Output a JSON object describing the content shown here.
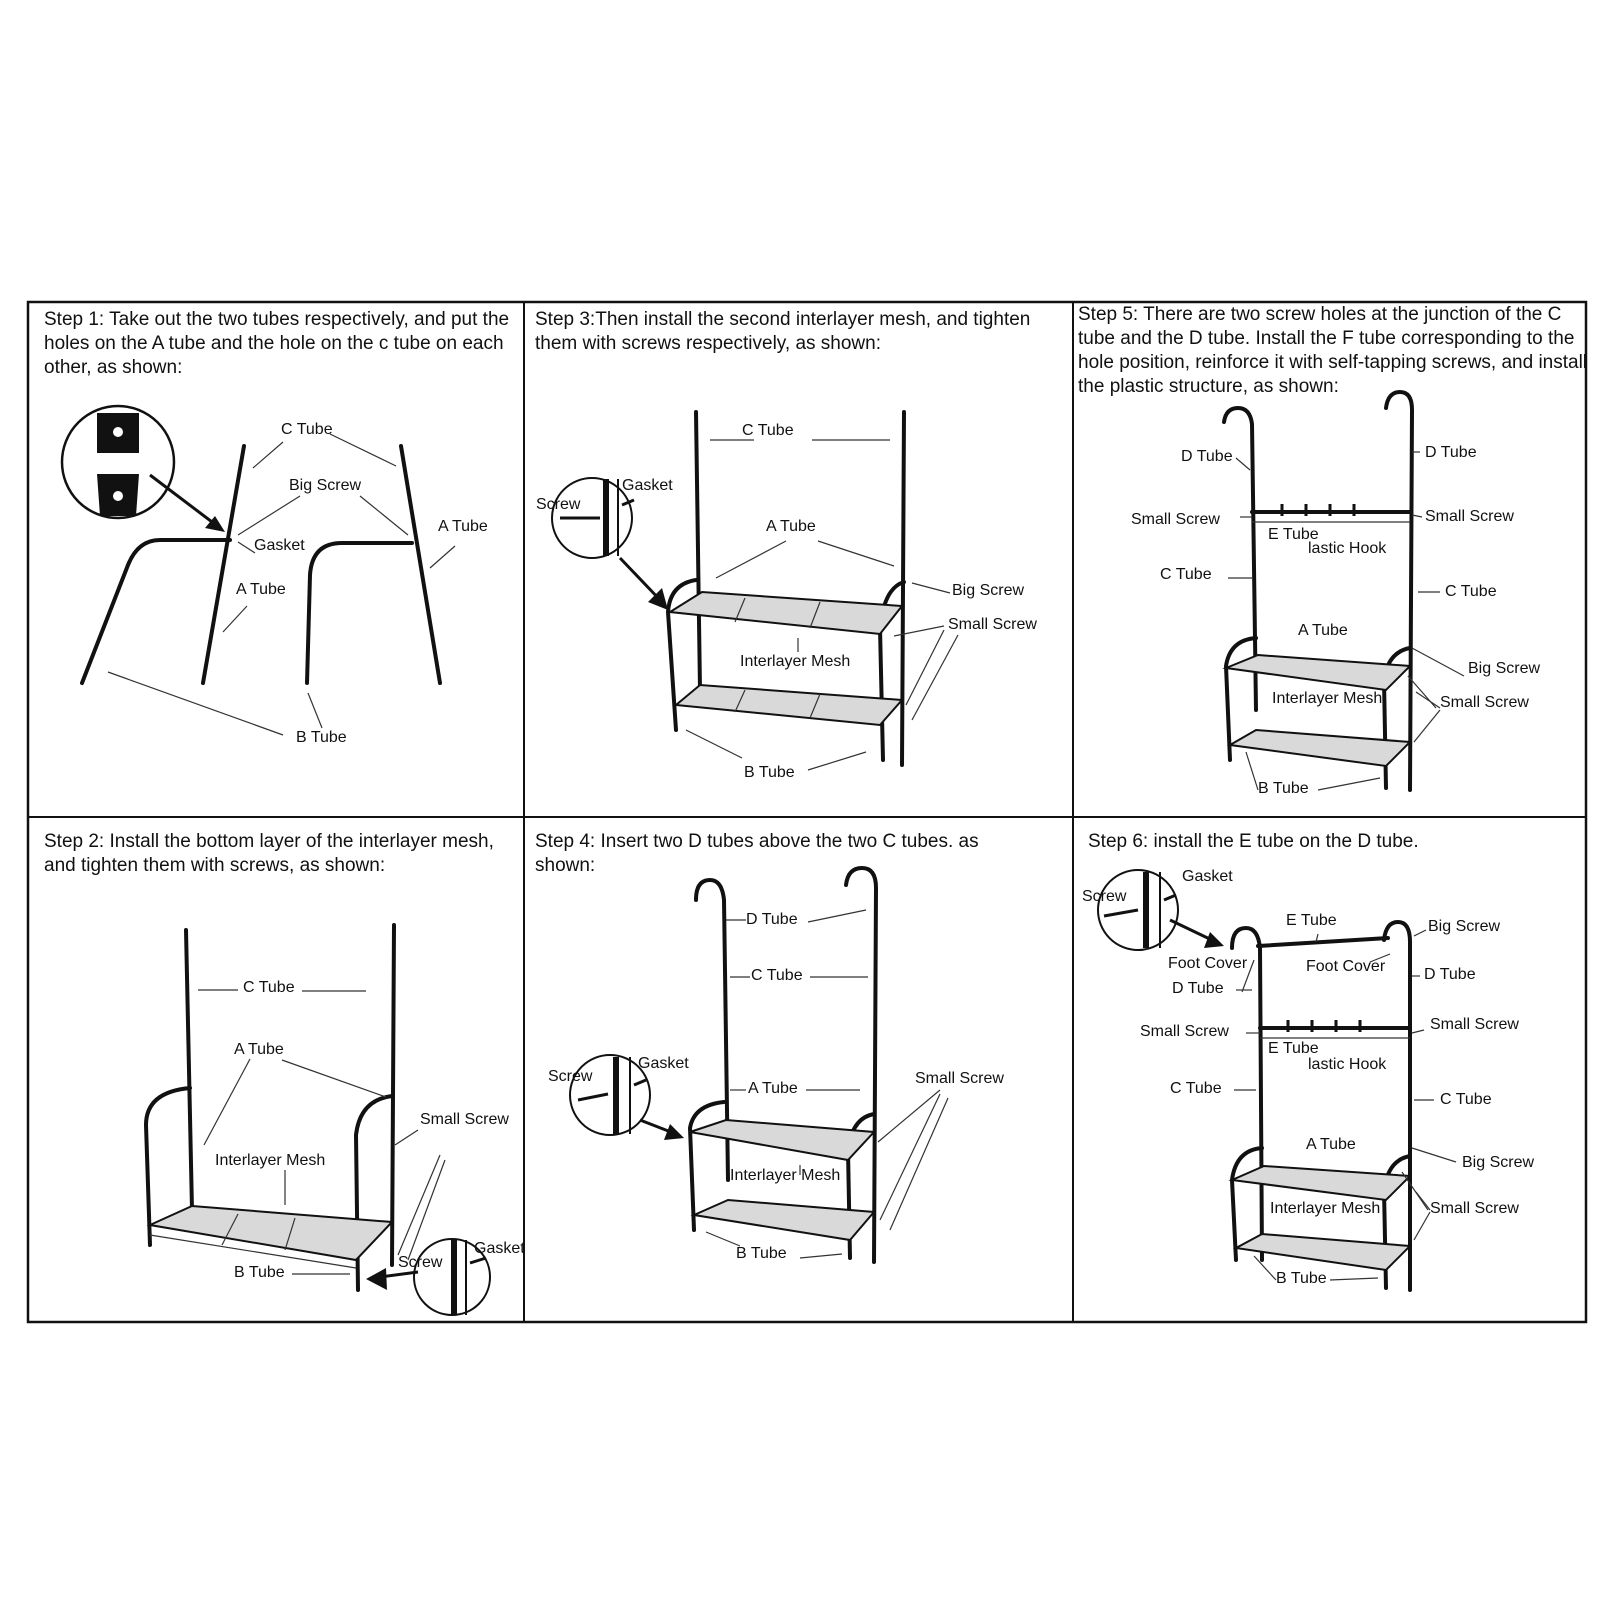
{
  "steps": [
    {
      "text": "Step 1: Take out the two tubes respectively, and put the holes on the A tube and the hole on the c tube on each other, as shown:",
      "labels": {
        "c_tube": "C Tube",
        "big_screw": "Big Screw",
        "gasket": "Gasket",
        "a_tube_left": "A Tube",
        "a_tube_right": "A Tube",
        "b_tube": "B Tube"
      }
    },
    {
      "text": "Step 2: Install the bottom layer of the interlayer mesh, and tighten them with screws, as shown:",
      "labels": {
        "c_tube": "C Tube",
        "a_tube": "A Tube",
        "small_screw": "Small Screw",
        "interlayer_mesh": "Interlayer Mesh",
        "b_tube": "B Tube",
        "screw": "Screw",
        "gasket": "Gasket"
      }
    },
    {
      "text": "Step 3:Then install the second interlayer mesh, and tighten them with screws respectively, as shown:",
      "labels": {
        "c_tube": "C Tube",
        "gasket": "Gasket",
        "screw": "Screw",
        "a_tube": "A Tube",
        "big_screw": "Big Screw",
        "small_screw": "Small Screw",
        "interlayer_mesh": "Interlayer Mesh",
        "b_tube": "B Tube"
      }
    },
    {
      "text": "Step 4: Insert two D tubes above the two C tubes. as shown:",
      "labels": {
        "d_tube": "D Tube",
        "c_tube": "C Tube",
        "screw": "Screw",
        "gasket": "Gasket",
        "small_screw": "Small Screw",
        "a_tube": "A Tube",
        "interlayer_mesh": "Interlayer Mesh",
        "b_tube": "B Tube"
      }
    },
    {
      "text": "Step 5: There are two screw holes at the junction of the C tube and the D tube. Install the F tube corresponding to the hole position, reinforce it with self-tapping screws, and install the plastic structure, as shown:",
      "labels": {
        "d_tube_left": "D Tube",
        "d_tube_right": "D Tube",
        "small_screw_left": "Small Screw",
        "small_screw_right": "Small Screw",
        "e_tube": "E Tube",
        "plastic_hook": "lastic Hook",
        "c_tube_left": "C Tube",
        "c_tube_right": "C Tube",
        "a_tube": "A Tube",
        "big_screw": "Big Screw",
        "interlayer_mesh": "Interlayer Mesh",
        "small_screw_bottom": "Small Screw",
        "b_tube": "B Tube"
      }
    },
    {
      "text": "Step 6: install the E tube on the D tube.",
      "labels": {
        "gasket": "Gasket",
        "screw": "Screw",
        "e_tube_top": "E Tube",
        "big_screw": "Big Screw",
        "foot_cover_left": "Foot Cover",
        "foot_cover_right": "Foot Cover",
        "d_tube_left": "D Tube",
        "d_tube_right": "D Tube",
        "small_screw_left": "Small Screw",
        "small_screw_right": "Small Screw",
        "e_tube_mid": "E Tube",
        "plastic_hook": "lastic Hook",
        "c_tube_left": "C Tube",
        "c_tube_right": "C Tube",
        "a_tube": "A Tube",
        "big_screw_bottom": "Big Screw",
        "interlayer_mesh": "Interlayer Mesh",
        "small_screw_bottom": "Small Screw",
        "b_tube": "B Tube"
      }
    }
  ]
}
